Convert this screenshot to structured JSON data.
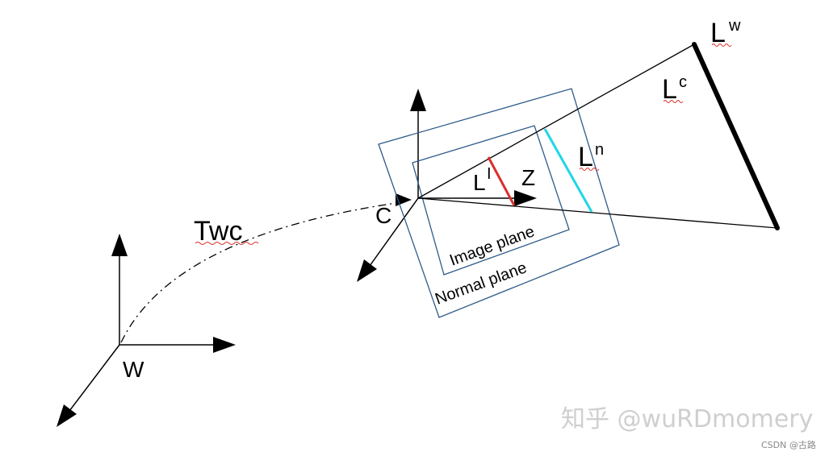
{
  "labels": {
    "twc": "Twc",
    "world": "W",
    "camera": "C",
    "z_axis": "Z",
    "l_image_base": "L",
    "l_image_sup": "I",
    "l_normal_base": "L",
    "l_normal_sup": "n",
    "l_camera_base": "L",
    "l_camera_sup": "c",
    "l_world_base": "L",
    "l_world_sup": "w",
    "image_plane": "Image plane",
    "normal_plane": "Normal plane"
  },
  "watermark": {
    "main": "知乎 @wuRDmomery",
    "small": "CSDN @古路"
  },
  "colors": {
    "line": "#000000",
    "plane": "#2e5b8a",
    "image_segment": "#d9302c",
    "normal_segment": "#1fd6e6",
    "squiggle": "#d9302c"
  }
}
